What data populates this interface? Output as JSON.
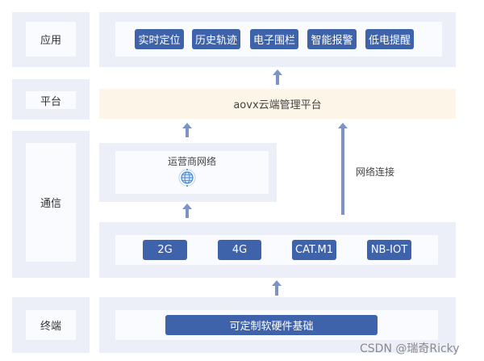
{
  "layers": {
    "app": "应用",
    "platform": "平台",
    "comm": "通信",
    "terminal": "终端"
  },
  "apps": [
    "实时定位",
    "历史轨迹",
    "电子围栏",
    "智能报警",
    "低电提醒"
  ],
  "platform_name": "aovx云端管理平台",
  "carrier_network": "运营商网络",
  "network_connection": "网络连接",
  "networks": [
    "2G",
    "4G",
    "CAT.M1",
    "NB-IOT"
  ],
  "terminal_base": "可定制软硬件基础",
  "watermark": "CSDN @瑞奇Ricky",
  "colors": {
    "button": "#3f63ab",
    "panel": "#eceef8",
    "platform_bar": "#fdf6e8",
    "arrow": "#7d93c6"
  }
}
